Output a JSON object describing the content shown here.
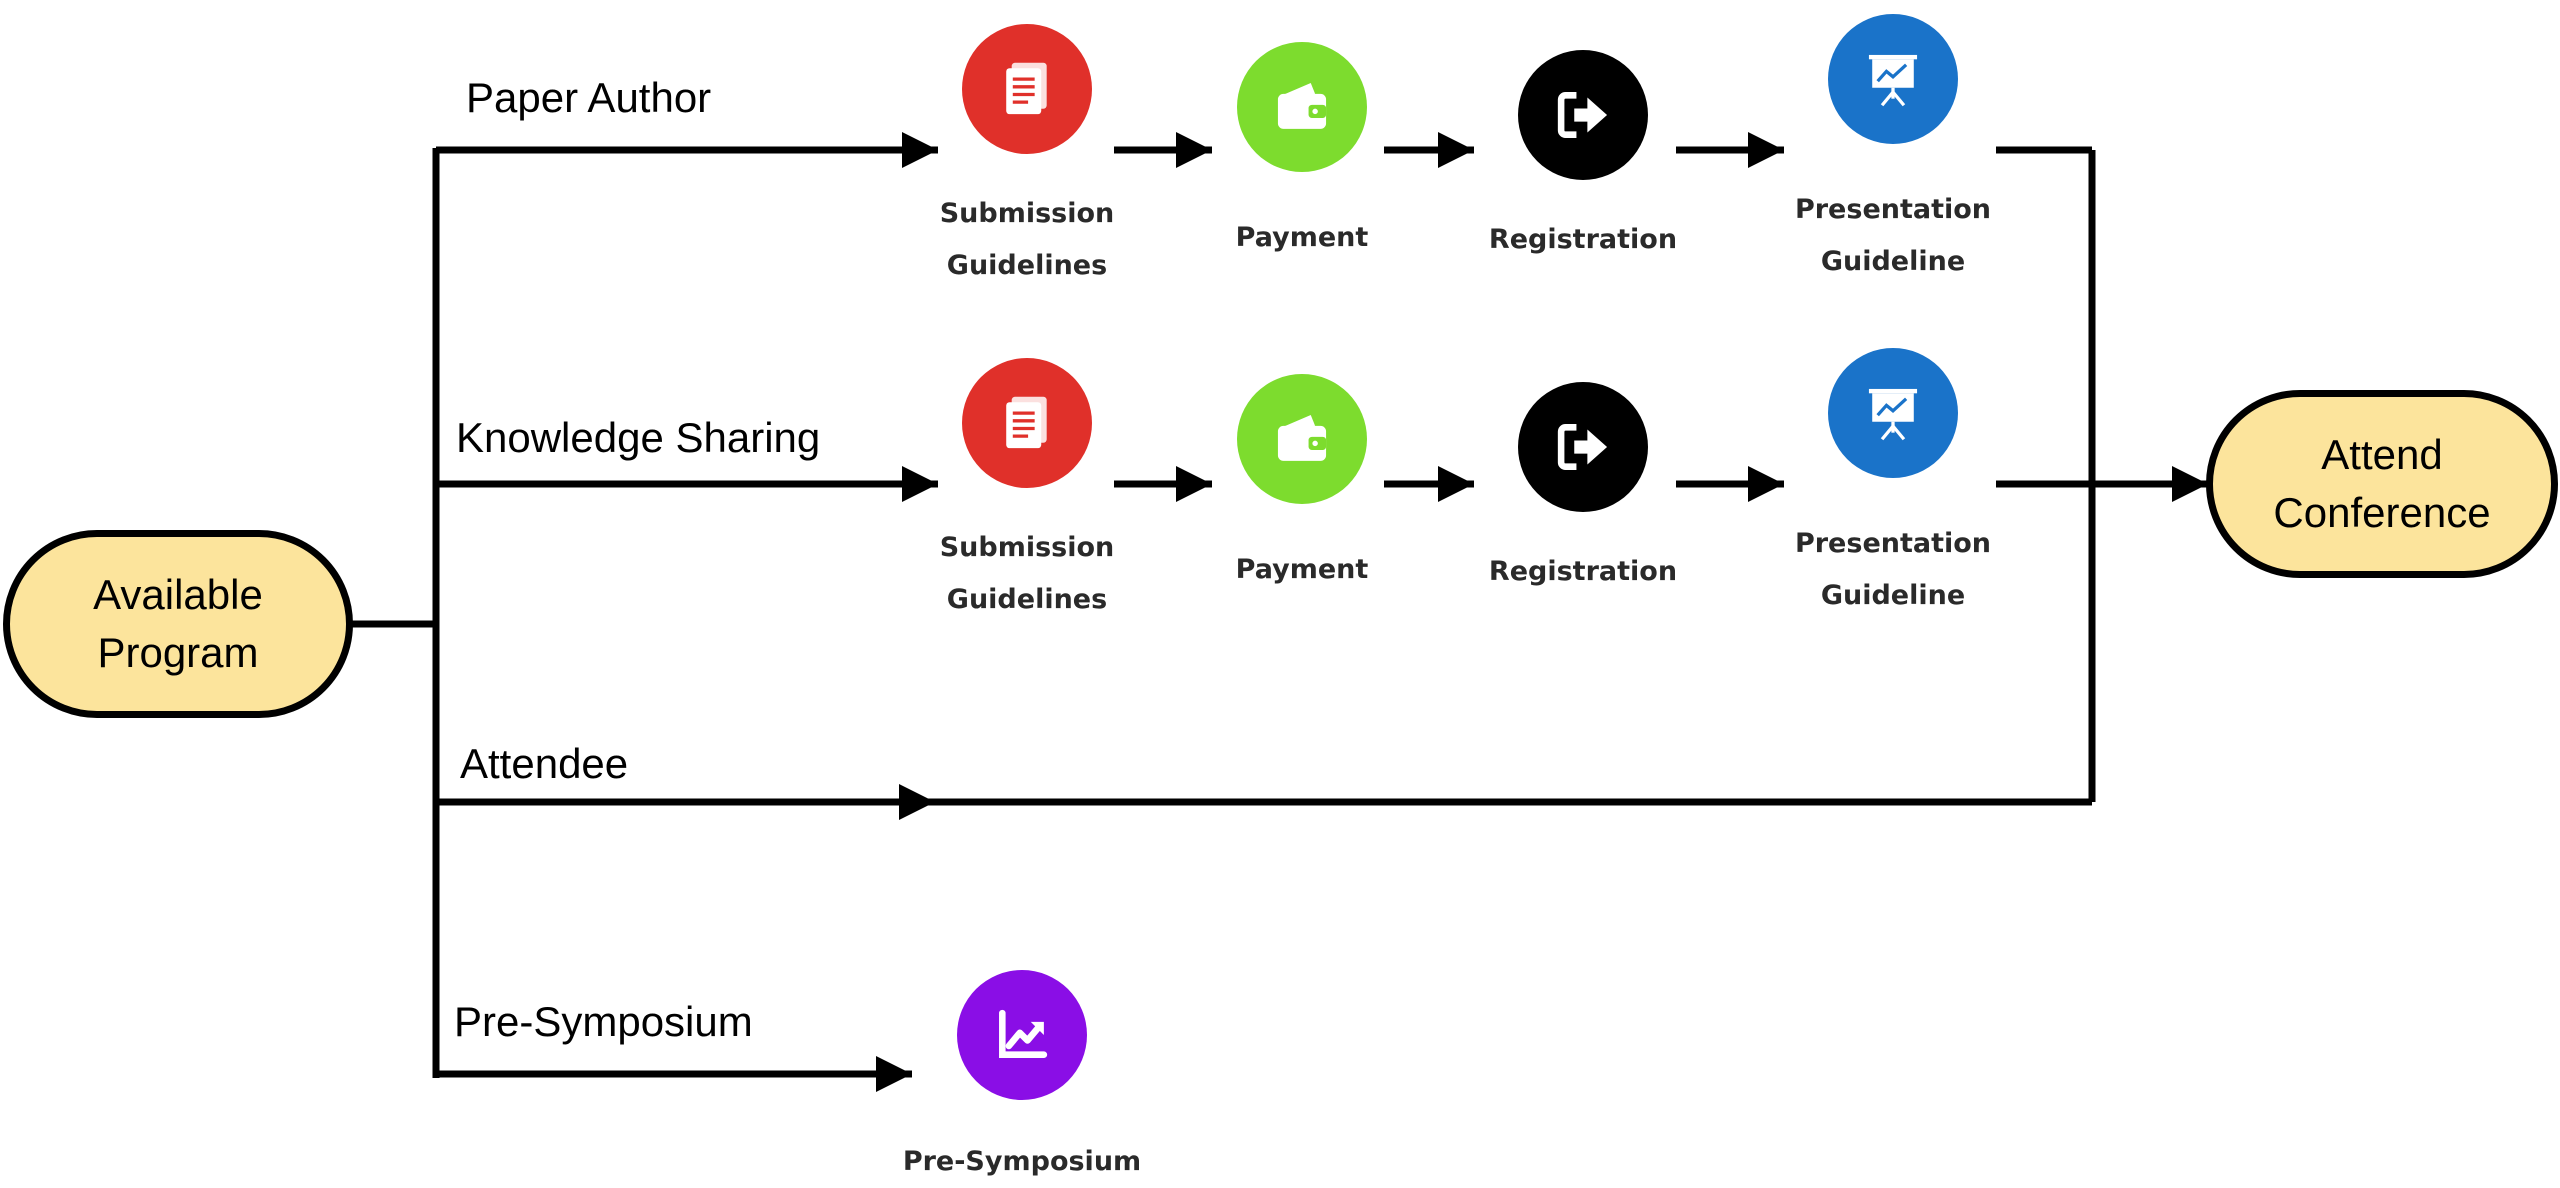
{
  "start_node": {
    "line1": "Available",
    "line2": "Program"
  },
  "end_node": {
    "line1": "Attend",
    "line2": "Conference"
  },
  "branches": [
    {
      "label": "Paper Author",
      "steps": [
        {
          "line1": "Submission",
          "line2": "Guidelines",
          "icon": "document-icon",
          "color": "#e0302a"
        },
        {
          "line1": "Payment",
          "line2": "",
          "icon": "wallet-icon",
          "color": "#7ddc2e"
        },
        {
          "line1": "Registration",
          "line2": "",
          "icon": "sign-in-arrow-icon",
          "color": "#000000"
        },
        {
          "line1": "Presentation",
          "line2": "Guideline",
          "icon": "presentation-board-icon",
          "color": "#1a73c9"
        }
      ]
    },
    {
      "label": "Knowledge Sharing",
      "steps": [
        {
          "line1": "Submission",
          "line2": "Guidelines",
          "icon": "document-icon",
          "color": "#e0302a"
        },
        {
          "line1": "Payment",
          "line2": "",
          "icon": "wallet-icon",
          "color": "#7ddc2e"
        },
        {
          "line1": "Registration",
          "line2": "",
          "icon": "sign-in-arrow-icon",
          "color": "#000000"
        },
        {
          "line1": "Presentation",
          "line2": "Guideline",
          "icon": "presentation-board-icon",
          "color": "#1a73c9"
        }
      ]
    },
    {
      "label": "Attendee",
      "steps": []
    },
    {
      "label": "Pre-Symposium",
      "steps": [
        {
          "line1": "Pre-Symposium",
          "line2": "",
          "icon": "trend-chart-icon",
          "color": "#8a0ee6"
        }
      ]
    }
  ]
}
